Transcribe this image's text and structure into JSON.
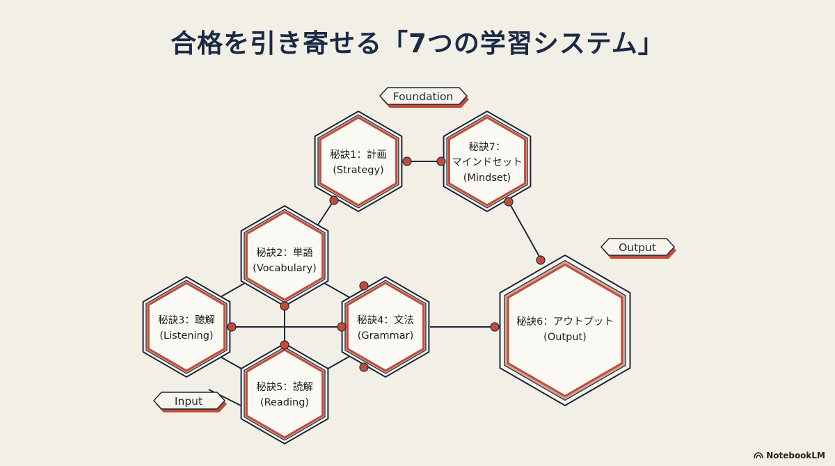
{
  "title": "合格を引き寄せる「7つの学習システム」",
  "tags": {
    "foundation": "Foundation",
    "output": "Output",
    "input": "Input"
  },
  "nodes": {
    "n1": {
      "line1": "秘訣1：計画",
      "line2": "(Strategy)"
    },
    "n7": {
      "line1": "秘訣7：",
      "line2": "マインドセット",
      "line3": "(Mindset)"
    },
    "n2": {
      "line1": "秘訣2：単語",
      "line2": "(Vocabulary)"
    },
    "n3": {
      "line1": "秘訣3：聴解",
      "line2": "(Listening)"
    },
    "n4": {
      "line1": "秘訣4：文法",
      "line2": "(Grammar)"
    },
    "n5": {
      "line1": "秘訣5：読解",
      "line2": "(Reading)"
    },
    "n6": {
      "line1": "秘訣6：アウトプット",
      "line2": "(Output)"
    }
  },
  "brand": "NotebookLM",
  "colors": {
    "navy": "#1b2a44",
    "accent": "#c24c3b",
    "background": "#f2efe7"
  }
}
